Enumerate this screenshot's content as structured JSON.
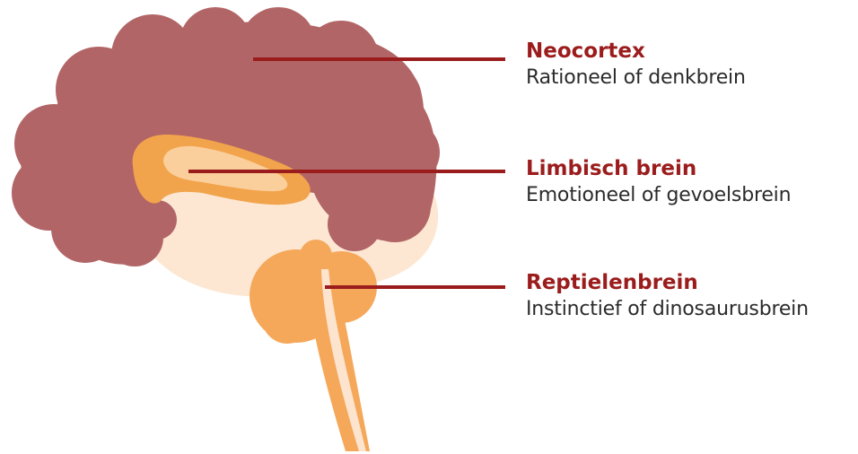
{
  "colors": {
    "neocortex": "#b26566",
    "limbic_outer": "#f2a44c",
    "limbic_inner": "#fbcf9c",
    "reptilian": "#f5a85a",
    "reptilian_core": "#fde4cf",
    "underlay": "#fde7d3",
    "leader_line": "#9b1c1c",
    "title_text": "#9b1c1c",
    "desc_text": "#2b2b2b"
  },
  "labels": [
    {
      "id": "neocortex",
      "title": "Neocortex",
      "description": "Rationeel of denkbrein"
    },
    {
      "id": "limbic",
      "title": "Limbisch brein",
      "description": "Emotioneel of gevoelsbrein"
    },
    {
      "id": "reptilian",
      "title": "Reptielenbrein",
      "description": "Instinctief of dinosaurusbrein"
    }
  ]
}
